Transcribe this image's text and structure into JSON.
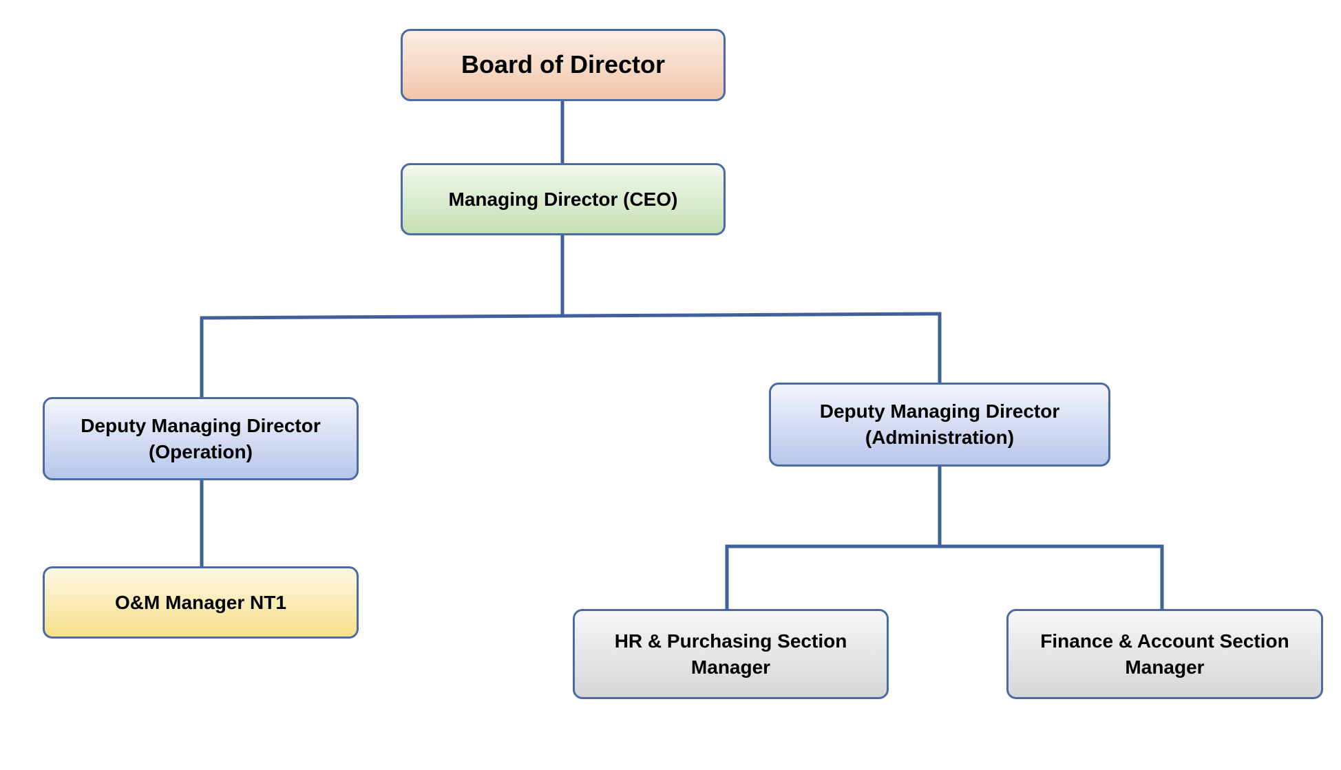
{
  "org_chart": {
    "board": {
      "label": "Board of Director",
      "fill_top": "#fbeee6",
      "fill_bottom": "#f1c6a9"
    },
    "ceo": {
      "label": "Managing Director (CEO)",
      "fill_top": "#f1f8ee",
      "fill_bottom": "#c6e0b4"
    },
    "dmd_operation": {
      "label": "Deputy Managing Director\n(Operation)",
      "fill_top": "#f3f5fc",
      "fill_bottom": "#b7c6ea"
    },
    "dmd_administration": {
      "label": "Deputy Managing Director\n(Administration)",
      "fill_top": "#f3f5fc",
      "fill_bottom": "#b7c6ea"
    },
    "om_manager": {
      "label": "O&M Manager NT1",
      "fill_top": "#fdf8e4",
      "fill_bottom": "#f7e08a"
    },
    "hr_manager": {
      "label": "HR & Purchasing Section\nManager",
      "fill_top": "#f7f7f7",
      "fill_bottom": "#d6d6d6"
    },
    "finance_manager": {
      "label": "Finance & Account Section\nManager",
      "fill_top": "#f7f7f7",
      "fill_bottom": "#d6d6d6"
    },
    "colors": {
      "connector": "#41609a",
      "box_border": "#4a6aa5"
    },
    "relationships": [
      {
        "from": "board",
        "to": "ceo"
      },
      {
        "from": "ceo",
        "to": "dmd_operation"
      },
      {
        "from": "ceo",
        "to": "dmd_administration"
      },
      {
        "from": "dmd_operation",
        "to": "om_manager"
      },
      {
        "from": "dmd_administration",
        "to": "hr_manager"
      },
      {
        "from": "dmd_administration",
        "to": "finance_manager"
      }
    ]
  }
}
